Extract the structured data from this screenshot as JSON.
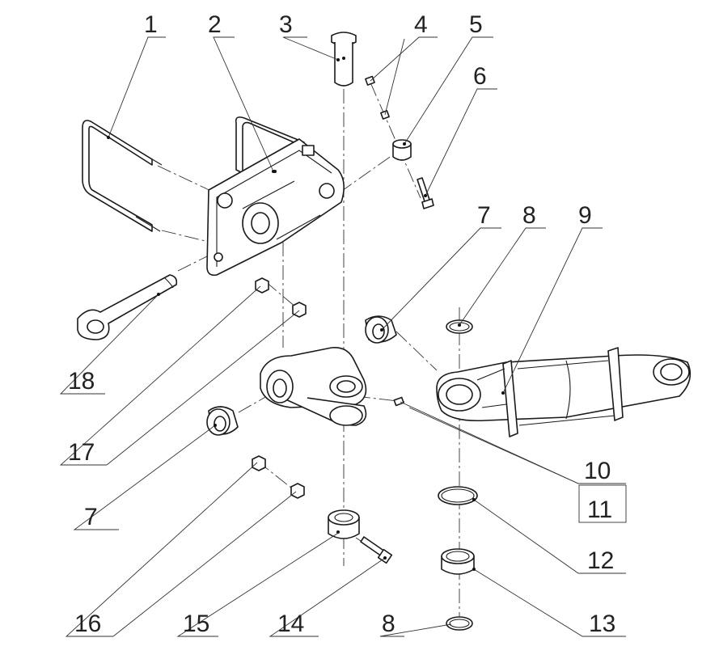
{
  "diagram": {
    "type": "exploded-assembly",
    "callouts": [
      {
        "id": "c1",
        "label": "1"
      },
      {
        "id": "c2",
        "label": "2"
      },
      {
        "id": "c3",
        "label": "3"
      },
      {
        "id": "c4",
        "label": "4"
      },
      {
        "id": "c5",
        "label": "5"
      },
      {
        "id": "c6",
        "label": "6"
      },
      {
        "id": "c7a",
        "label": "7"
      },
      {
        "id": "c8a",
        "label": "8"
      },
      {
        "id": "c9",
        "label": "9"
      },
      {
        "id": "c10",
        "label": "10"
      },
      {
        "id": "c11",
        "label": "11"
      },
      {
        "id": "c12",
        "label": "12"
      },
      {
        "id": "c13",
        "label": "13"
      },
      {
        "id": "c14",
        "label": "14"
      },
      {
        "id": "c15",
        "label": "15"
      },
      {
        "id": "c16",
        "label": "16"
      },
      {
        "id": "c17",
        "label": "17"
      },
      {
        "id": "c18",
        "label": "18"
      },
      {
        "id": "c7b",
        "label": "7"
      },
      {
        "id": "c8b",
        "label": "8"
      }
    ]
  }
}
